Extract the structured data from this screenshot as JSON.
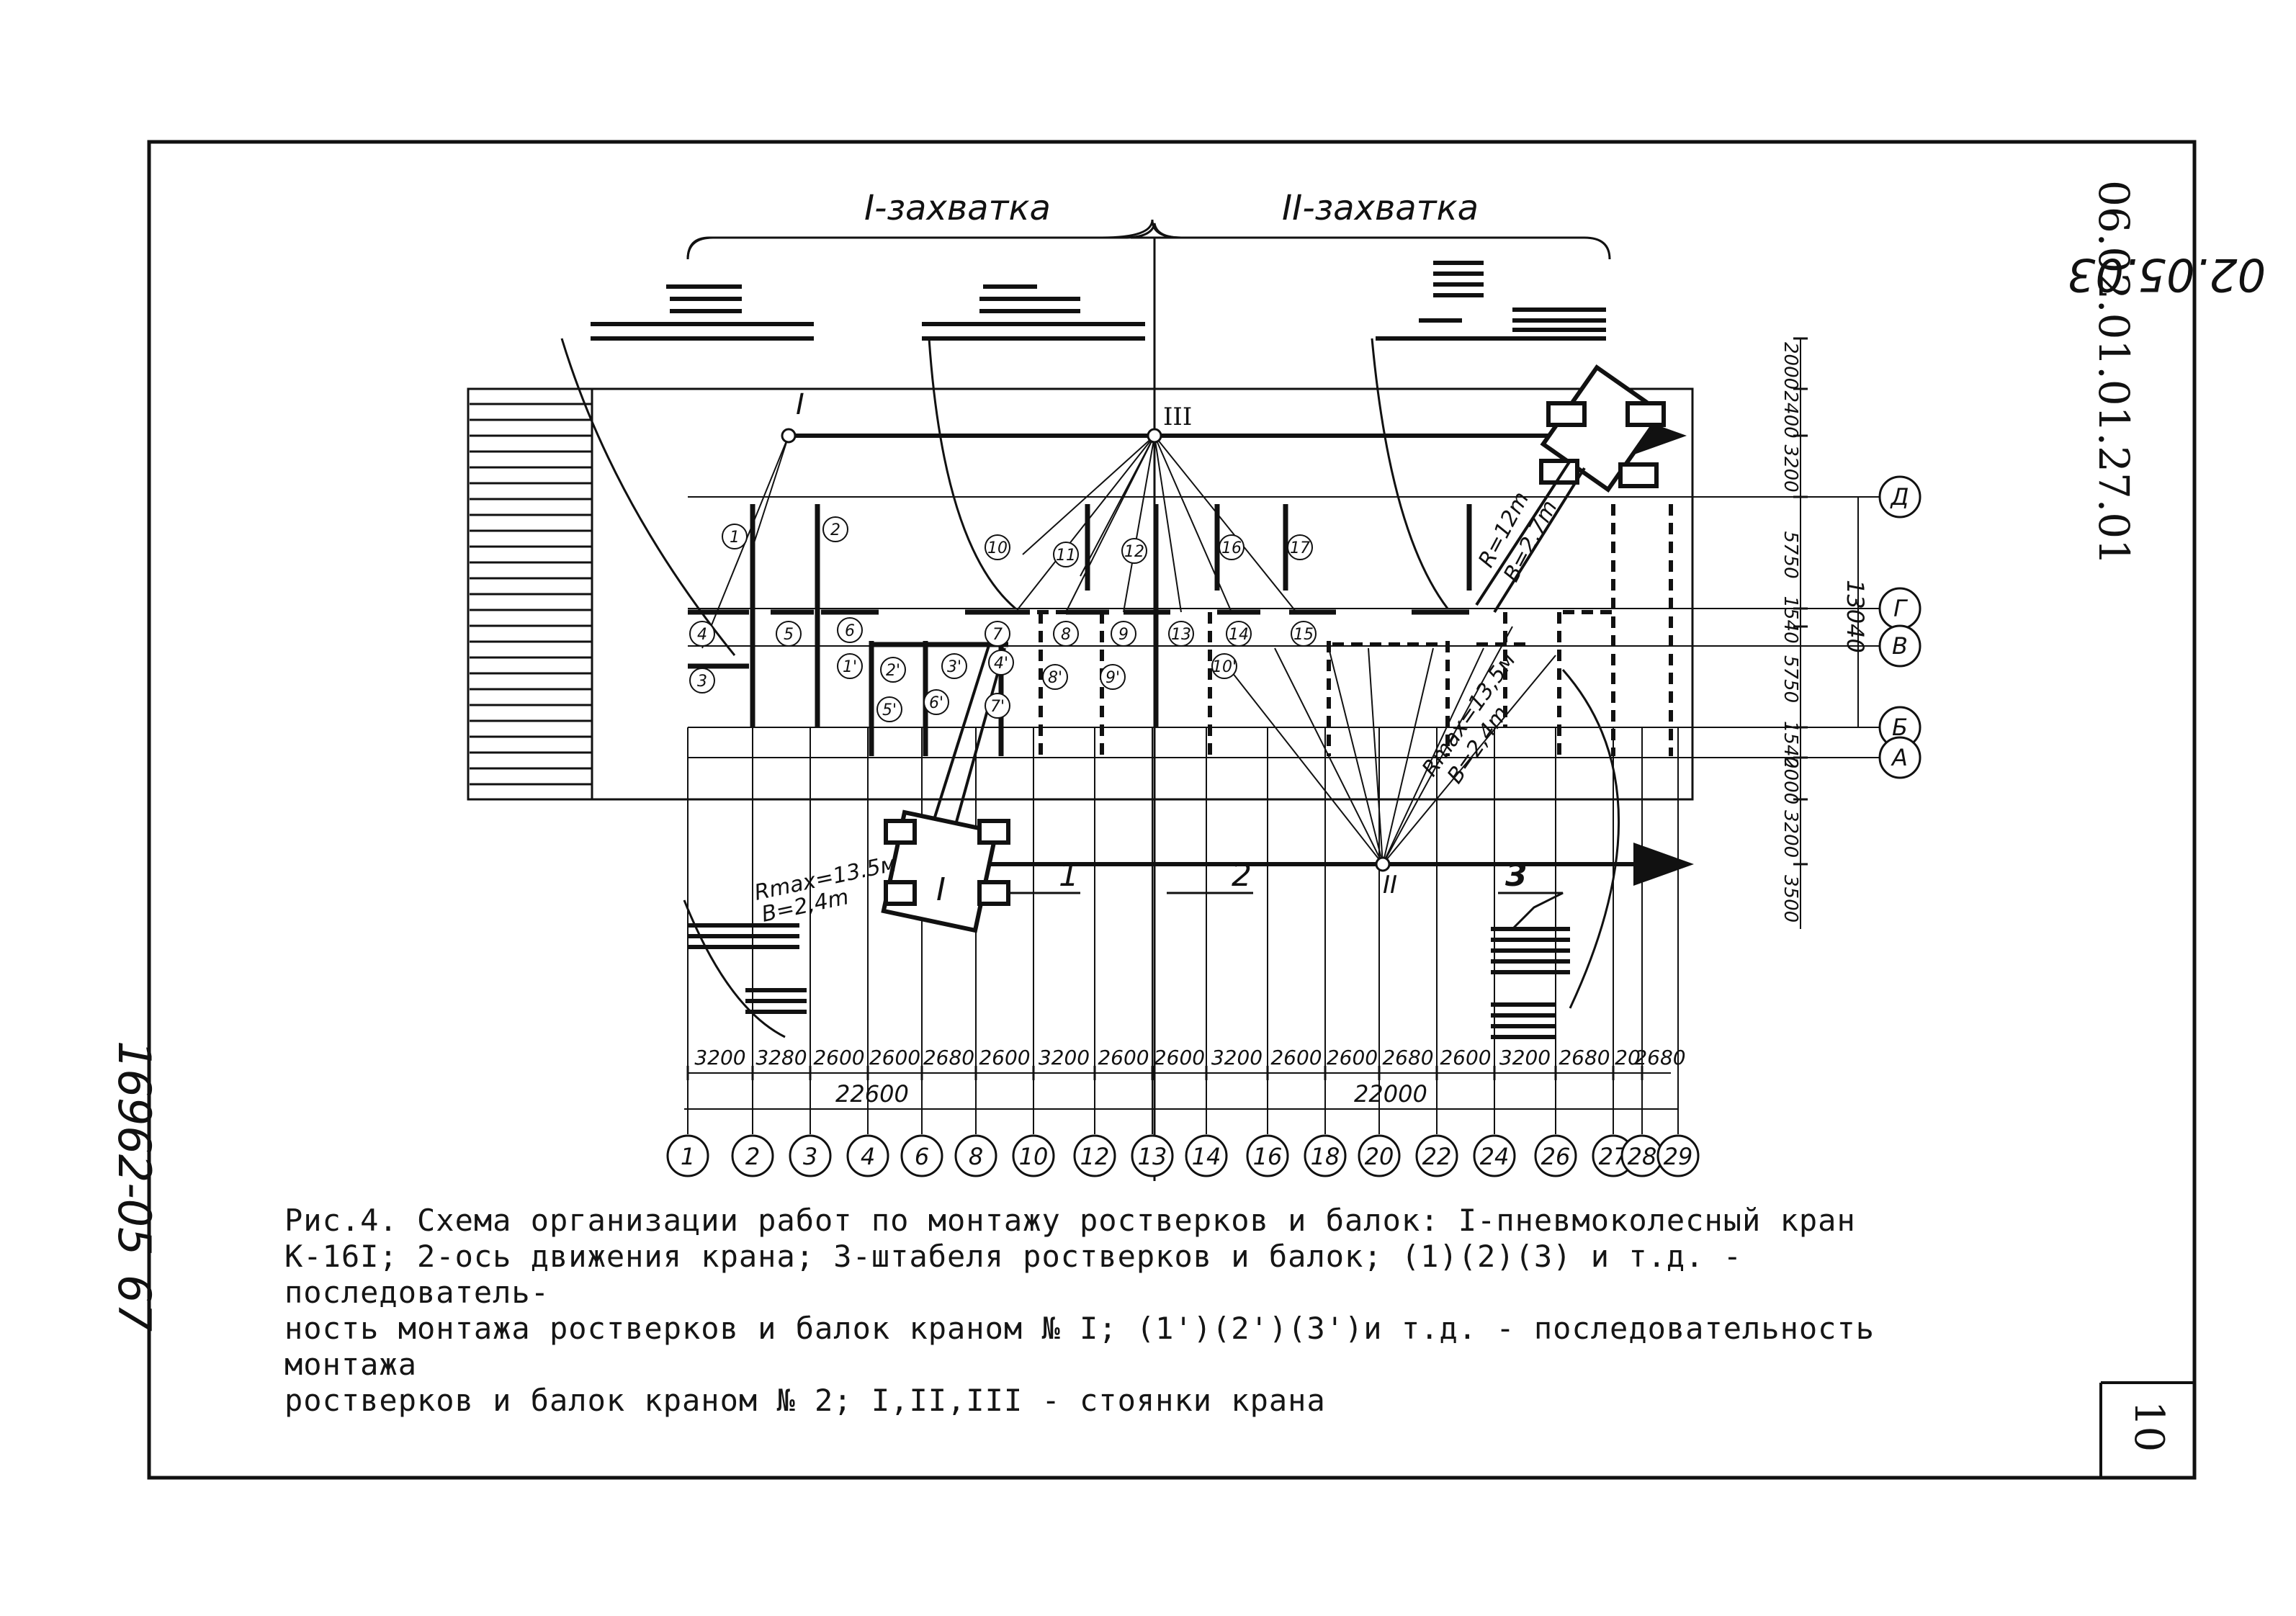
{
  "sheet": {
    "code_top_1": "06.02.01.01.27.01",
    "code_top_2": "02.05.03",
    "code_left": "16962-05",
    "page_left": "67",
    "sheet_number": "10"
  },
  "zones": {
    "first": "I-захватка",
    "second": "II-захватка"
  },
  "axes_letters": [
    "Д",
    "Г",
    "В",
    "Б",
    "А"
  ],
  "axes_numbers": [
    "1",
    "2",
    "3",
    "4",
    "6",
    "8",
    "10",
    "12",
    "13",
    "14",
    "16",
    "18",
    "20",
    "22",
    "24",
    "26",
    "27",
    "28",
    "29"
  ],
  "dims_bottom": [
    "3200",
    "3280",
    "2600",
    "2600",
    "2680",
    "2600",
    "3200",
    "2600",
    "2600",
    "3200",
    "2600",
    "2600",
    "2680",
    "2600",
    "3200",
    "2680",
    "20",
    "2680"
  ],
  "dims_totals": [
    "22600",
    "22000"
  ],
  "dims_right": [
    "2000",
    "2400",
    "3200",
    "5750",
    "1540",
    "5750",
    "1540",
    "2000",
    "3200",
    "3500"
  ],
  "dim_total_right": "13040",
  "crane_stops": [
    "I",
    "II",
    "III"
  ],
  "legend_marks": [
    "1",
    "2",
    "3"
  ],
  "crane_labels": {
    "top_r": "R=12m",
    "top_b": "B=2.7m",
    "left_r": "Rmax=13.5м",
    "left_b": "B=2,4m",
    "mid_r": "Rmax=13,5м",
    "mid_b": "B=2,4m"
  },
  "seq_crane1": [
    "1",
    "2",
    "3",
    "4",
    "5",
    "6",
    "7",
    "8",
    "9",
    "10",
    "11",
    "12",
    "13",
    "14",
    "15",
    "16",
    "17"
  ],
  "seq_crane2": [
    "1'",
    "2'",
    "3'",
    "4'",
    "5'",
    "6'",
    "7'",
    "8'",
    "9'",
    "10'"
  ],
  "caption": {
    "line1": "Рис.4.  Схема организации работ по монтажу ростверков и балок: I-пневмоколесный кран",
    "line2": "К-16I; 2-ось движения крана; 3-штабеля ростверков и балок; (1)(2)(3) и т.д. - последователь-",
    "line3": "ность монтажа ростверков и балок краном № I;  (1')(2')(3')и т.д. - последовательность монтажа",
    "line4": "ростверков и балок краном № 2;  I,II,III - стоянки крана"
  }
}
